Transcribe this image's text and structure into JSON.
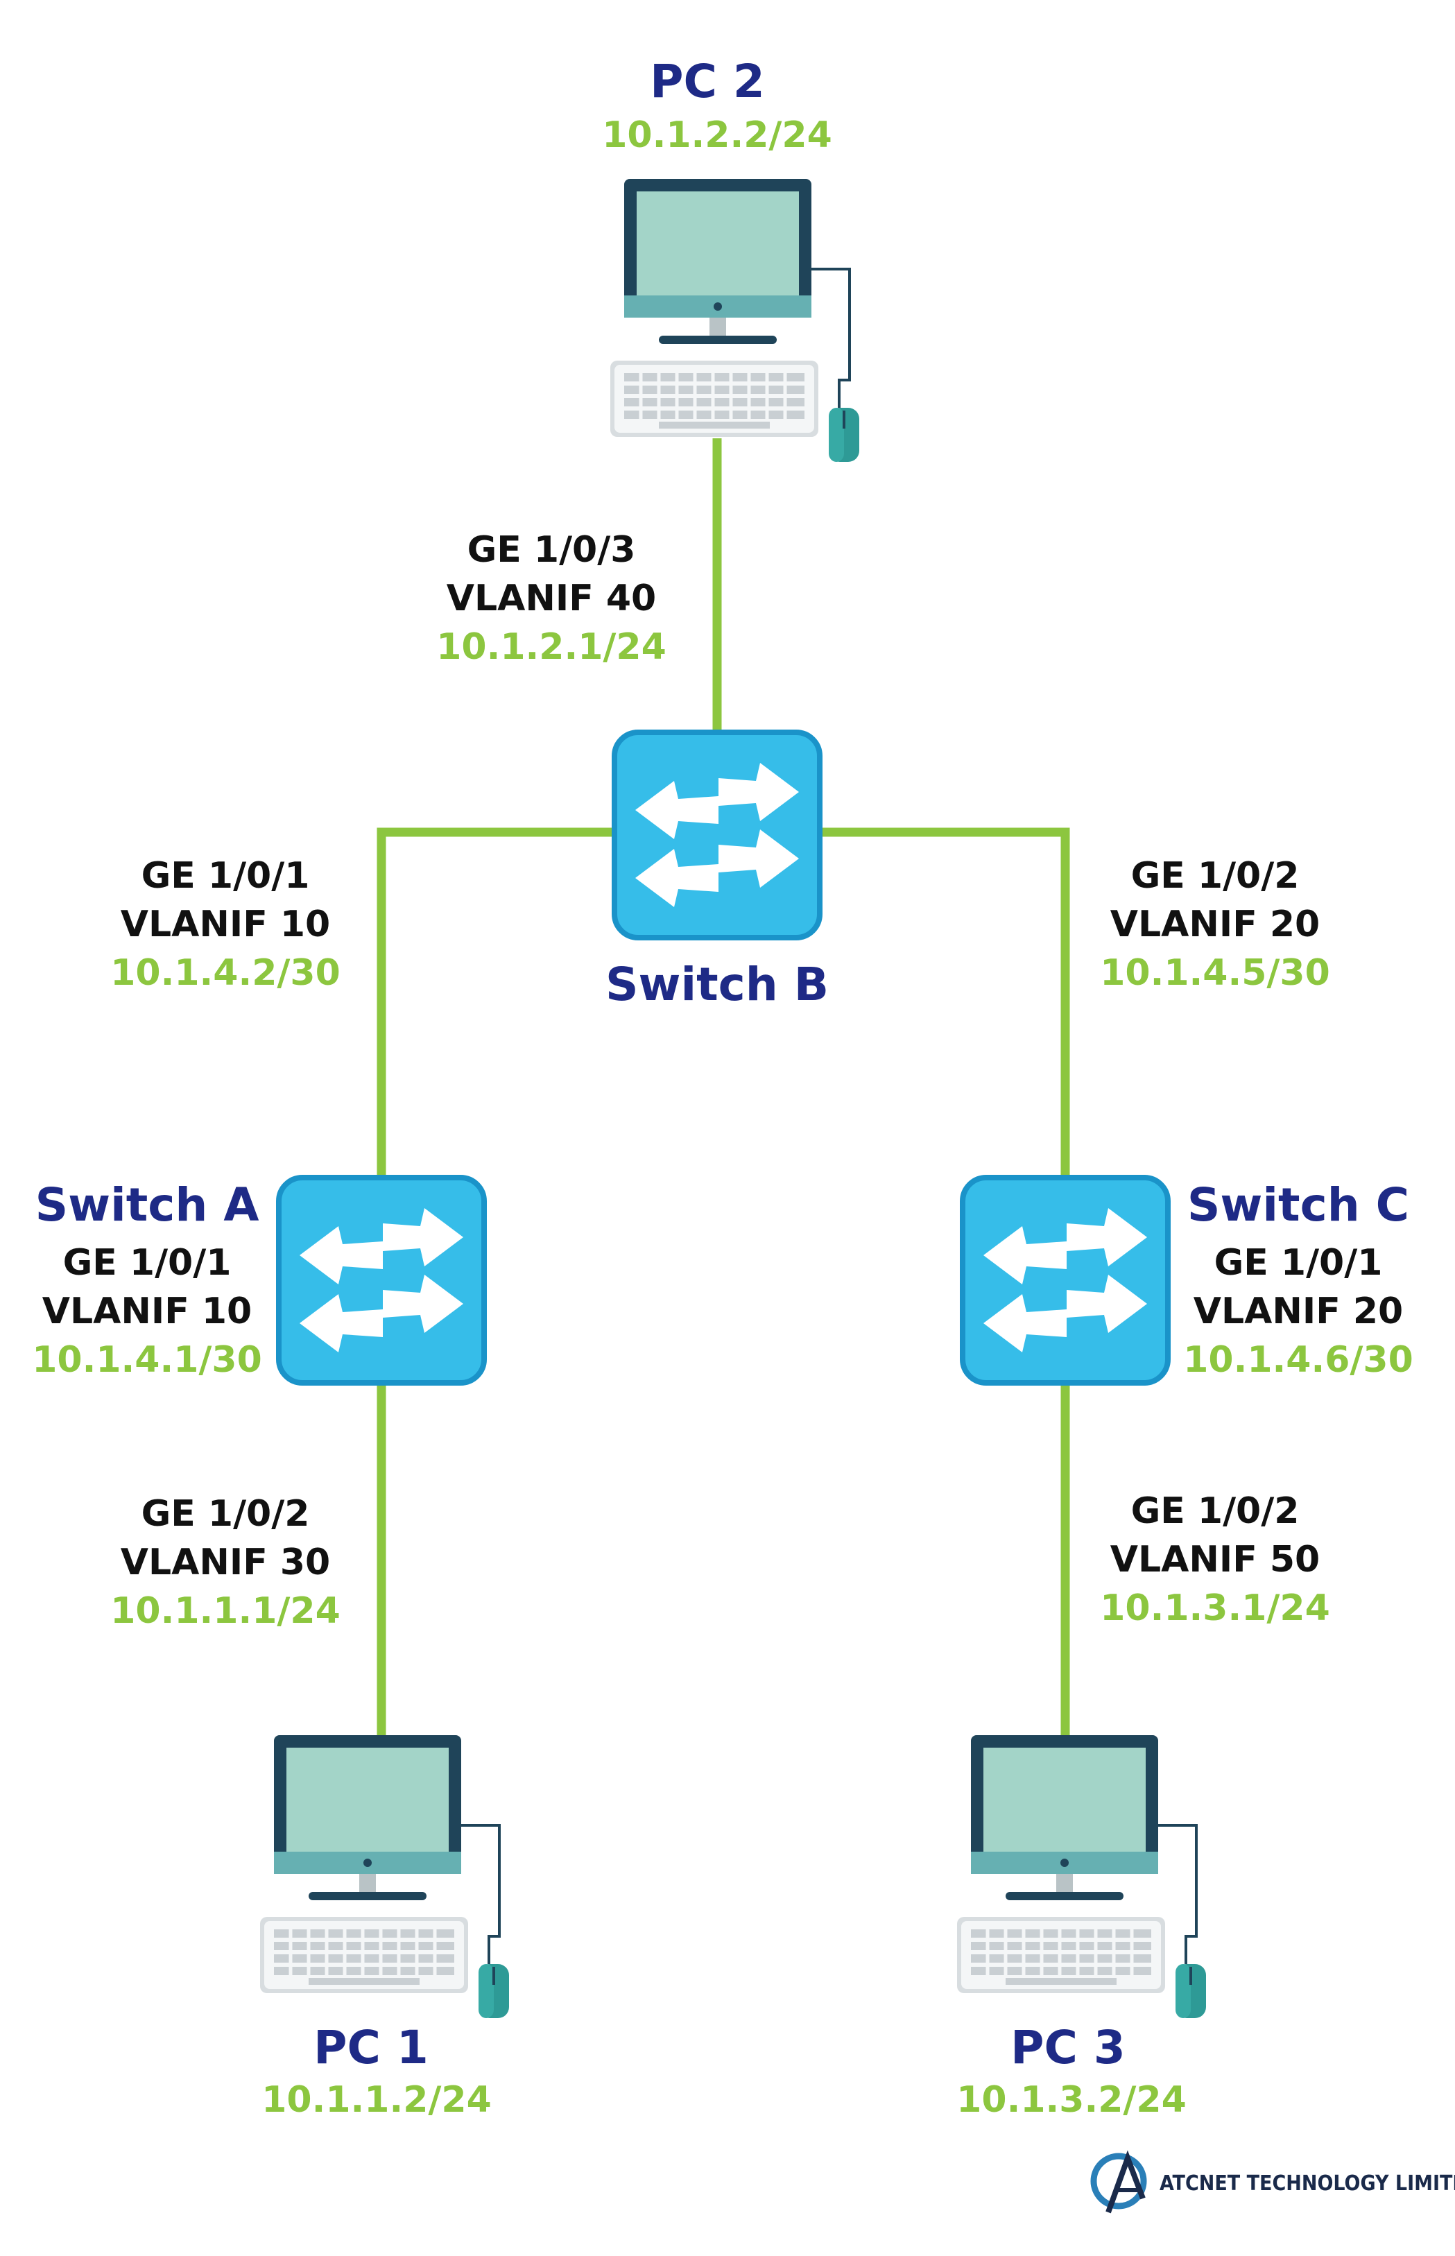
{
  "colors": {
    "link": "#8cc63f",
    "switch_fill": "#36bde9",
    "switch_border": "#1a93c9",
    "node_label": "#1e2a86",
    "ip_text": "#8cc63f",
    "port_text": "#111111"
  },
  "nodes": {
    "pc2": {
      "name": "PC 2",
      "ip": "10.1.2.2/24"
    },
    "pc1": {
      "name": "PC 1",
      "ip": "10.1.1.2/24"
    },
    "pc3": {
      "name": "PC 3",
      "ip": "10.1.3.2/24"
    },
    "switch_a": {
      "name": "Switch A"
    },
    "switch_b": {
      "name": "Switch B"
    },
    "switch_c": {
      "name": "Switch C"
    }
  },
  "interfaces": {
    "sb_pc2": {
      "port": "GE 1/0/3",
      "vlanif": "VLANIF 40",
      "ip": "10.1.2.1/24"
    },
    "sb_left": {
      "port": "GE 1/0/1",
      "vlanif": "VLANIF 10",
      "ip": "10.1.4.2/30"
    },
    "sb_right": {
      "port": "GE 1/0/2",
      "vlanif": "VLANIF 20",
      "ip": "10.1.4.5/30"
    },
    "sa_up": {
      "port": "GE 1/0/1",
      "vlanif": "VLANIF 10",
      "ip": "10.1.4.1/30"
    },
    "sc_up": {
      "port": "GE 1/0/1",
      "vlanif": "VLANIF 20",
      "ip": "10.1.4.6/30"
    },
    "sa_down": {
      "port": "GE 1/0/2",
      "vlanif": "VLANIF 30",
      "ip": "10.1.1.1/24"
    },
    "sc_down": {
      "port": "GE 1/0/2",
      "vlanif": "VLANIF 50",
      "ip": "10.1.3.1/24"
    }
  },
  "brand": {
    "name": "ATCNET TECHNOLOGY LIMITED",
    "logo_icon": "atcnet-logo-icon"
  }
}
